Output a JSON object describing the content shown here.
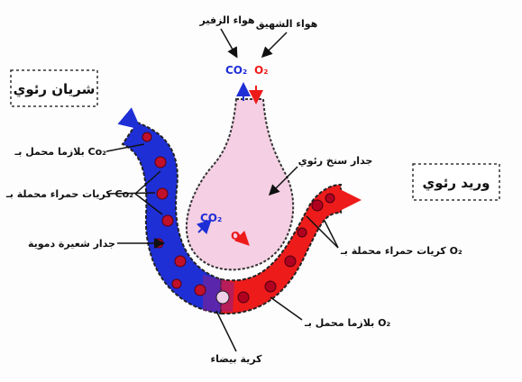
{
  "labels": {
    "exhaled_air": "هواء الزفير",
    "inhaled_air": "هواء الشهيق",
    "pulmonary_artery": "شريان رئوي",
    "pulmonary_vein": "وريد رئوي",
    "plasma_co2": "بلازما محمل بـ Co₂",
    "rbc_co2": "كريات حمراء محملة بـ Co₂",
    "capillary_wall": "جدار شعيرة دموية",
    "alveolus_wall": "جدار سنخ رئوي",
    "rbc_o2": "كريات حمراء محملة بـ O₂",
    "plasma_o2": "بلازما محمل بـ O₂",
    "white_cell": "كرية بيضاء"
  },
  "chem": {
    "co2_top": "CO₂",
    "o2_top": "O₂",
    "co2_inner": "CO₂",
    "o2_inner": "O₂"
  },
  "colors": {
    "deoxygenated": "#1f2fd6",
    "oxygenated": "#ee1b1b",
    "alveolus": "#f5cfe3",
    "rbc": "#c0102a"
  }
}
